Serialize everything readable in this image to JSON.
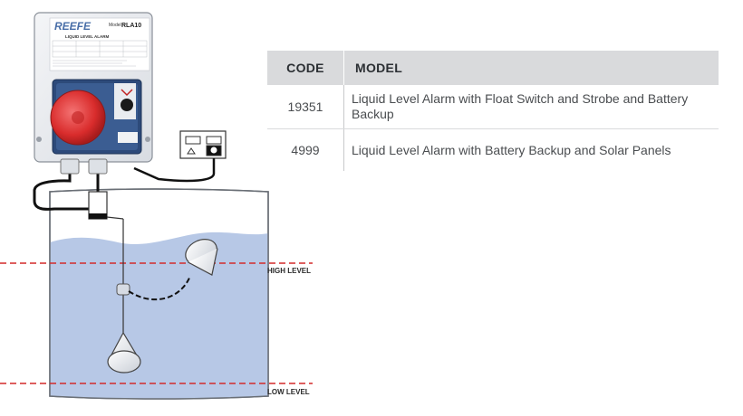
{
  "illustration": {
    "brand": "REEFE",
    "model_prefix": "Model",
    "model": "RLA10",
    "panel_title": "LIQUID LEVEL ALARM",
    "high_level_label": "HIGH LEVEL",
    "low_level_label": "LOW LEVEL"
  },
  "table": {
    "headers": {
      "code": "CODE",
      "model": "MODEL"
    },
    "rows": [
      {
        "code": "19351",
        "model": "Liquid Level Alarm with Float Switch and Strobe and Battery Backup"
      },
      {
        "code": "4999",
        "model": "Liquid Level Alarm with Battery Backup and Solar Panels"
      }
    ]
  },
  "colors": {
    "water": "#b7c8e6",
    "dashed_line": "#d42a2a",
    "strobe": "#e23a3a",
    "header_bg": "#d9dadc"
  }
}
